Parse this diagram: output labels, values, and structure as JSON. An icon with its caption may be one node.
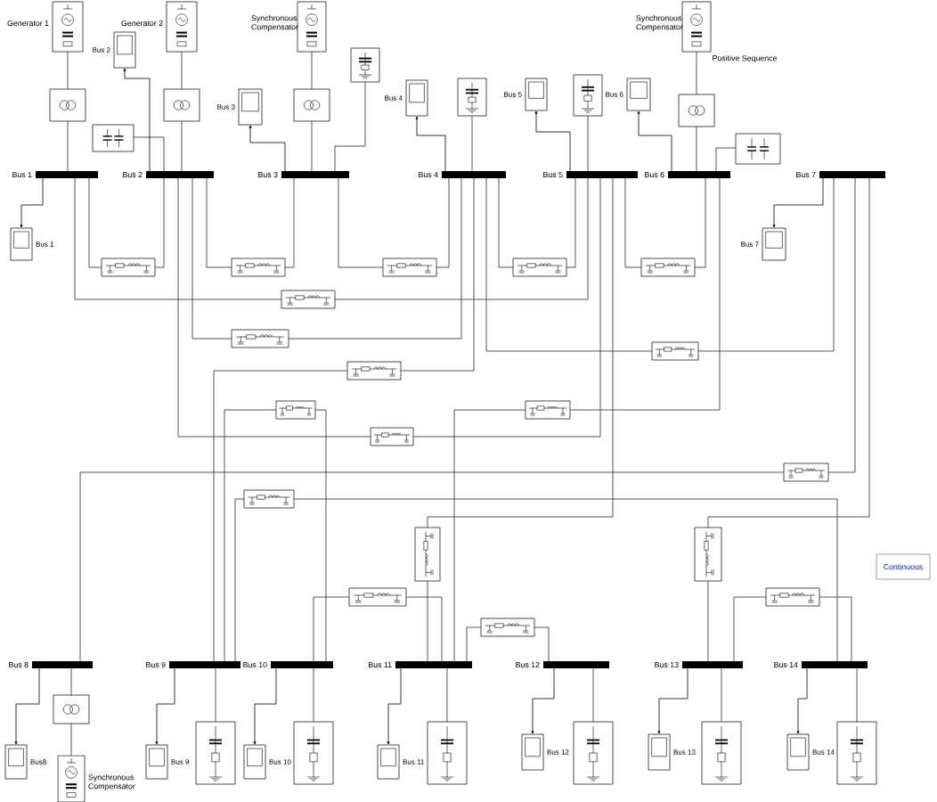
{
  "diagram": {
    "nodes": [
      {
        "text": [
          "Generator 1"
        ]
      },
      {
        "text": [
          "Generator 2"
        ]
      },
      {
        "text": [
          "Synchronous Compensator"
        ]
      },
      {
        "text": [
          "Synchronous Compensator"
        ]
      },
      {
        "text": [
          "Bus 2"
        ]
      },
      {
        "text": [],
        "shape": "box"
      },
      {
        "text": [],
        "shape": "box"
      },
      {
        "text": [],
        "shape": "box"
      },
      {
        "text": [
          "Bus 3"
        ]
      },
      {
        "text": [],
        "shape": "box"
      },
      {
        "text": [
          "Bus 4"
        ]
      },
      {
        "text": [],
        "shape": "box"
      },
      {
        "text": [
          "Bus 5"
        ]
      },
      {
        "text": [],
        "shape": "box"
      },
      {
        "text": [
          "Bus 6"
        ]
      },
      {
        "text": [],
        "shape": "box"
      },
      {
        "text": [],
        "shape": "box"
      },
      {
        "text": [],
        "shape": "box"
      },
      {
        "text": [
          "Bus 1"
        ]
      },
      {
        "text": [
          "Bus 2"
        ]
      },
      {
        "text": [
          "Bus 3"
        ]
      },
      {
        "text": [
          "Bus 4"
        ]
      },
      {
        "text": [
          "Bus 5"
        ]
      },
      {
        "text": [
          "Bus 6"
        ]
      },
      {
        "text": [
          "Bus 7"
        ]
      },
      {
        "text": [
          "Bus 1"
        ]
      },
      {
        "text": [
          "Bus 7"
        ]
      },
      {
        "text": [],
        "shape": "box"
      },
      {
        "text": [],
        "shape": "box"
      },
      {
        "text": [],
        "shape": "box"
      },
      {
        "text": [],
        "shape": "box"
      },
      {
        "text": [],
        "shape": "box"
      },
      {
        "text": [],
        "shape": "box"
      },
      {
        "text": [],
        "shape": "box"
      },
      {
        "text": [],
        "shape": "box"
      },
      {
        "text": [],
        "shape": "box"
      },
      {
        "text": [],
        "shape": "box"
      },
      {
        "text": [],
        "shape": "box"
      },
      {
        "text": [],
        "shape": "box"
      },
      {
        "text": [],
        "shape": "box"
      },
      {
        "text": [],
        "shape": "box"
      },
      {
        "text": [],
        "shape": "box"
      },
      {
        "text": [],
        "shape": "box"
      },
      {
        "text": [],
        "shape": "box"
      },
      {
        "text": [],
        "shape": "box"
      },
      {
        "text": [],
        "shape": "box"
      },
      {
        "text": [
          "Continuous"
        ]
      },
      {
        "text": [
          "Bus 8"
        ]
      },
      {
        "text": [
          "Bus 9"
        ]
      },
      {
        "text": [
          "Bus 10"
        ]
      },
      {
        "text": [
          "Bus 11"
        ]
      },
      {
        "text": [
          "Bus 12"
        ]
      },
      {
        "text": [
          "Bus 13"
        ]
      },
      {
        "text": [
          "Bus 14"
        ]
      },
      {
        "text": [],
        "shape": "box"
      },
      {
        "text": [
          "Bus8"
        ]
      },
      {
        "text": [
          "Synchronous Compensator"
        ]
      },
      {
        "text": [
          "Bus 9"
        ]
      },
      {
        "text": [],
        "shape": "box"
      },
      {
        "text": [
          "Bus 10"
        ]
      },
      {
        "text": [],
        "shape": "box"
      },
      {
        "text": [
          "Bus 11"
        ]
      },
      {
        "text": [],
        "shape": "box"
      },
      {
        "text": [
          "Bus 12"
        ]
      },
      {
        "text": [],
        "shape": "box"
      },
      {
        "text": [
          "Bus 13"
        ]
      },
      {
        "text": [],
        "shape": "box"
      },
      {
        "text": [
          "Bus 14"
        ]
      },
      {
        "text": [],
        "shape": "box"
      }
    ],
    "edges": [
      {
        "from": 0,
        "to": 6,
        "arrow": "none"
      },
      {
        "from": 6,
        "to": 18,
        "arrow": "none"
      },
      {
        "from": 1,
        "to": 7,
        "arrow": "none"
      },
      {
        "from": 7,
        "to": 19,
        "arrow": "none"
      },
      {
        "from": 2,
        "to": 9,
        "arrow": "none"
      },
      {
        "from": 9,
        "to": 20,
        "arrow": "none"
      },
      {
        "from": 3,
        "to": 15,
        "arrow": "none"
      },
      {
        "from": 15,
        "to": 23,
        "arrow": "none"
      },
      {
        "from": 5,
        "to": 20,
        "arrow": "none"
      },
      {
        "from": 11,
        "to": 21,
        "arrow": "none"
      },
      {
        "from": 13,
        "to": 22,
        "arrow": "none"
      },
      {
        "from": 16,
        "to": 19,
        "arrow": "none"
      },
      {
        "from": 17,
        "to": 23,
        "arrow": "none"
      },
      {
        "from": 18,
        "to": 25,
        "arrow": "to"
      },
      {
        "from": 19,
        "to": 4,
        "arrow": "to"
      },
      {
        "from": 20,
        "to": 8,
        "arrow": "to"
      },
      {
        "from": 21,
        "to": 10,
        "arrow": "to"
      },
      {
        "from": 22,
        "to": 12,
        "arrow": "to"
      },
      {
        "from": 23,
        "to": 14,
        "arrow": "to"
      },
      {
        "from": 24,
        "to": 26,
        "arrow": "to"
      },
      {
        "from": 18,
        "to": 27,
        "arrow": "none"
      },
      {
        "from": 19,
        "to": 27,
        "arrow": "none"
      },
      {
        "from": 19,
        "to": 28,
        "arrow": "none"
      },
      {
        "from": 20,
        "to": 28,
        "arrow": "none"
      },
      {
        "from": 20,
        "to": 29,
        "arrow": "none"
      },
      {
        "from": 21,
        "to": 29,
        "arrow": "none"
      },
      {
        "from": 21,
        "to": 30,
        "arrow": "none"
      },
      {
        "from": 22,
        "to": 30,
        "arrow": "none"
      },
      {
        "from": 22,
        "to": 31,
        "arrow": "none"
      },
      {
        "from": 23,
        "to": 31,
        "arrow": "none"
      },
      {
        "from": 18,
        "to": 32,
        "arrow": "none"
      },
      {
        "from": 22,
        "to": 32,
        "arrow": "none"
      },
      {
        "from": 19,
        "to": 33,
        "arrow": "none"
      },
      {
        "from": 21,
        "to": 33,
        "arrow": "none"
      },
      {
        "from": 21,
        "to": 34,
        "arrow": "none"
      },
      {
        "from": 24,
        "to": 34,
        "arrow": "none"
      },
      {
        "from": 48,
        "to": 35,
        "arrow": "none"
      },
      {
        "from": 21,
        "to": 35,
        "arrow": "none"
      },
      {
        "from": 48,
        "to": 36,
        "arrow": "none"
      },
      {
        "from": 49,
        "to": 36,
        "arrow": "none"
      },
      {
        "from": 50,
        "to": 37,
        "arrow": "none"
      },
      {
        "from": 23,
        "to": 37,
        "arrow": "none"
      },
      {
        "from": 19,
        "to": 38,
        "arrow": "none"
      },
      {
        "from": 22,
        "to": 38,
        "arrow": "none"
      },
      {
        "from": 47,
        "to": 39,
        "arrow": "none"
      },
      {
        "from": 24,
        "to": 39,
        "arrow": "none"
      },
      {
        "from": 48,
        "to": 40,
        "arrow": "none"
      },
      {
        "from": 53,
        "to": 40,
        "arrow": "none"
      },
      {
        "from": 22,
        "to": 41,
        "arrow": "none"
      },
      {
        "from": 50,
        "to": 41,
        "arrow": "none"
      },
      {
        "from": 24,
        "to": 42,
        "arrow": "none"
      },
      {
        "from": 52,
        "to": 42,
        "arrow": "none"
      },
      {
        "from": 49,
        "to": 43,
        "arrow": "none"
      },
      {
        "from": 50,
        "to": 43,
        "arrow": "none"
      },
      {
        "from": 52,
        "to": 44,
        "arrow": "none"
      },
      {
        "from": 53,
        "to": 44,
        "arrow": "none"
      },
      {
        "from": 50,
        "to": 45,
        "arrow": "none"
      },
      {
        "from": 51,
        "to": 45,
        "arrow": "none"
      },
      {
        "from": 47,
        "to": 54,
        "arrow": "none"
      },
      {
        "from": 54,
        "to": 56,
        "arrow": "none"
      },
      {
        "from": 48,
        "to": 58,
        "arrow": "none"
      },
      {
        "from": 49,
        "to": 60,
        "arrow": "none"
      },
      {
        "from": 50,
        "to": 62,
        "arrow": "none"
      },
      {
        "from": 51,
        "to": 64,
        "arrow": "none"
      },
      {
        "from": 52,
        "to": 66,
        "arrow": "none"
      },
      {
        "from": 53,
        "to": 68,
        "arrow": "none"
      },
      {
        "from": 47,
        "to": 55,
        "arrow": "to"
      },
      {
        "from": 48,
        "to": 57,
        "arrow": "to"
      },
      {
        "from": 49,
        "to": 59,
        "arrow": "to"
      },
      {
        "from": 50,
        "to": 61,
        "arrow": "to"
      },
      {
        "from": 51,
        "to": 63,
        "arrow": "to"
      },
      {
        "from": 52,
        "to": 65,
        "arrow": "to"
      },
      {
        "from": 53,
        "to": 67,
        "arrow": "to"
      }
    ],
    "labels": [
      "Positive Sequence"
    ]
  }
}
